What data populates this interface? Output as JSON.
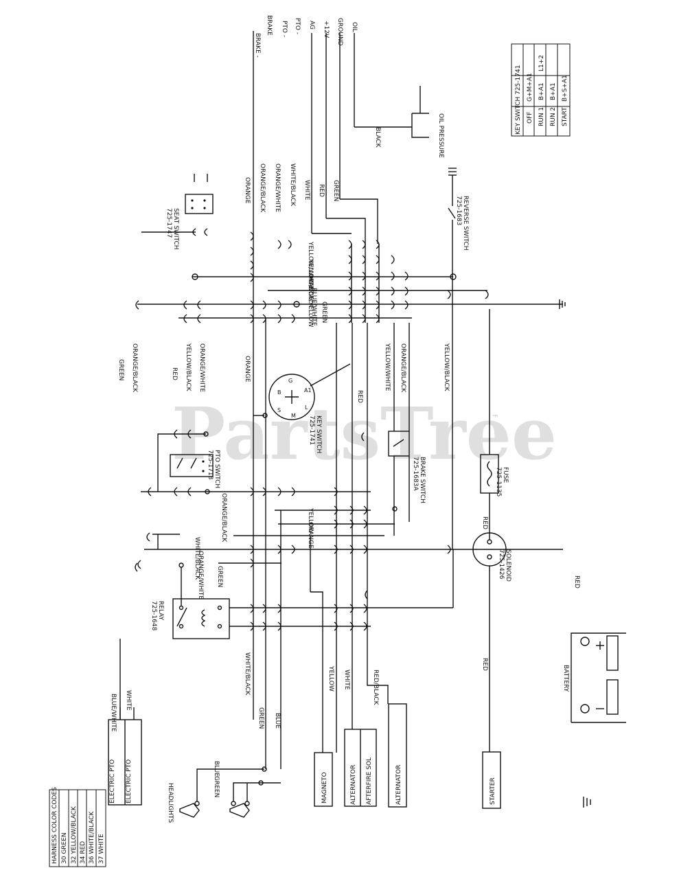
{
  "watermark": {
    "text": "PartsTree",
    "tm": "™"
  },
  "harness_colors": {
    "header": "HARNESS COLOR CODES",
    "rows": [
      "30 GREEN",
      "32 YELLOW/BLACK",
      "34 RED",
      "36 WHITE/BLACK",
      "37 WHITE"
    ]
  },
  "key_switch_table": {
    "title": "KEY SWITCH 725-1741",
    "rows": [
      {
        "pos": "OFF",
        "a": "G+M+A1",
        "b": ""
      },
      {
        "pos": "RUN 1",
        "a": "B+A1",
        "b": "L1+2"
      },
      {
        "pos": "RUN 2",
        "a": "B+A1",
        "b": ""
      },
      {
        "pos": "START",
        "a": "B+S+A1",
        "b": ""
      }
    ]
  },
  "top_terminals": [
    "BRAKE -",
    "BRAKE",
    "PTO -",
    "PTO -",
    "AG",
    "+12V",
    "GROUND",
    "OIL"
  ],
  "top_wires": [
    "ORANGE",
    "ORANGE/BLACK",
    "ORANGE/WHITE",
    "WHITE/BLACK",
    "WHITE",
    "RED",
    "GREEN"
  ],
  "mid_wires": [
    "YELLOW/WHITE",
    "YELLOW/BLACK",
    "ORANGE/YELLOW",
    "BLUE/WHITE",
    "GREEN"
  ],
  "left_wires": [
    "GREEN",
    "ORANGE/BLACK",
    "RED",
    "YELLOW/BLACK",
    "ORANGE/WHITE"
  ],
  "lower_wires": [
    "ORANGE/BLACK",
    "YELLOW",
    "ORANGE",
    "WHITE/BLACK",
    "ORANGE/WHITE",
    "GREEN"
  ],
  "vertical_wires": [
    "ORANGE",
    "YELLOW/WHITE",
    "ORANGE/BLACK",
    "YELLOW/BLACK",
    "RED"
  ],
  "components": {
    "seat_switch": "SEAT SWITCH\n725-1747",
    "reverse_switch": "REVERSE SWITCH\n725-1683",
    "oil_pressure": "OIL PRESSURE",
    "oil_wire": "BLACK",
    "key_switch": "KEY SWITCH\n725-1741",
    "pto_switch": "PTO SWITCH\n725-1718",
    "brake_switch": "BRAKE SWITCH\n725-1683A",
    "fuse": "FUSE\n725-1135",
    "solenoid": "SOLENOID\n725-1426",
    "relay": "RELAY\n725-1648",
    "battery": "BATTERY",
    "headlights": "HEADLIGHTS"
  },
  "bottom_wires": {
    "pto_wires": [
      "BLUE/WHITE",
      "WHITE"
    ],
    "relay_wire": "WHITE/BLACK",
    "headlight_wires": [
      "GREEN",
      "BLUE"
    ],
    "headlight_small": [
      "BLUE",
      "GREEN"
    ],
    "magneto_wire": "YELLOW",
    "alt_wire": "WHITE",
    "alt2_wire": "RED/BLACK",
    "starter_wire": "RED",
    "battery_wire": "RED"
  },
  "connectors": {
    "pto": [
      "ELECTRIC PTO",
      "ELECTRIC PTO"
    ],
    "magneto": "MAGNETO",
    "alternator": [
      "ALTERNATOR",
      "AFTERFIRE SOL"
    ],
    "alternator2": "ALTERNATOR",
    "starter": "STARTER"
  },
  "key_switch_terminals": [
    "G",
    "A1",
    "M",
    "S",
    "B",
    "L"
  ]
}
